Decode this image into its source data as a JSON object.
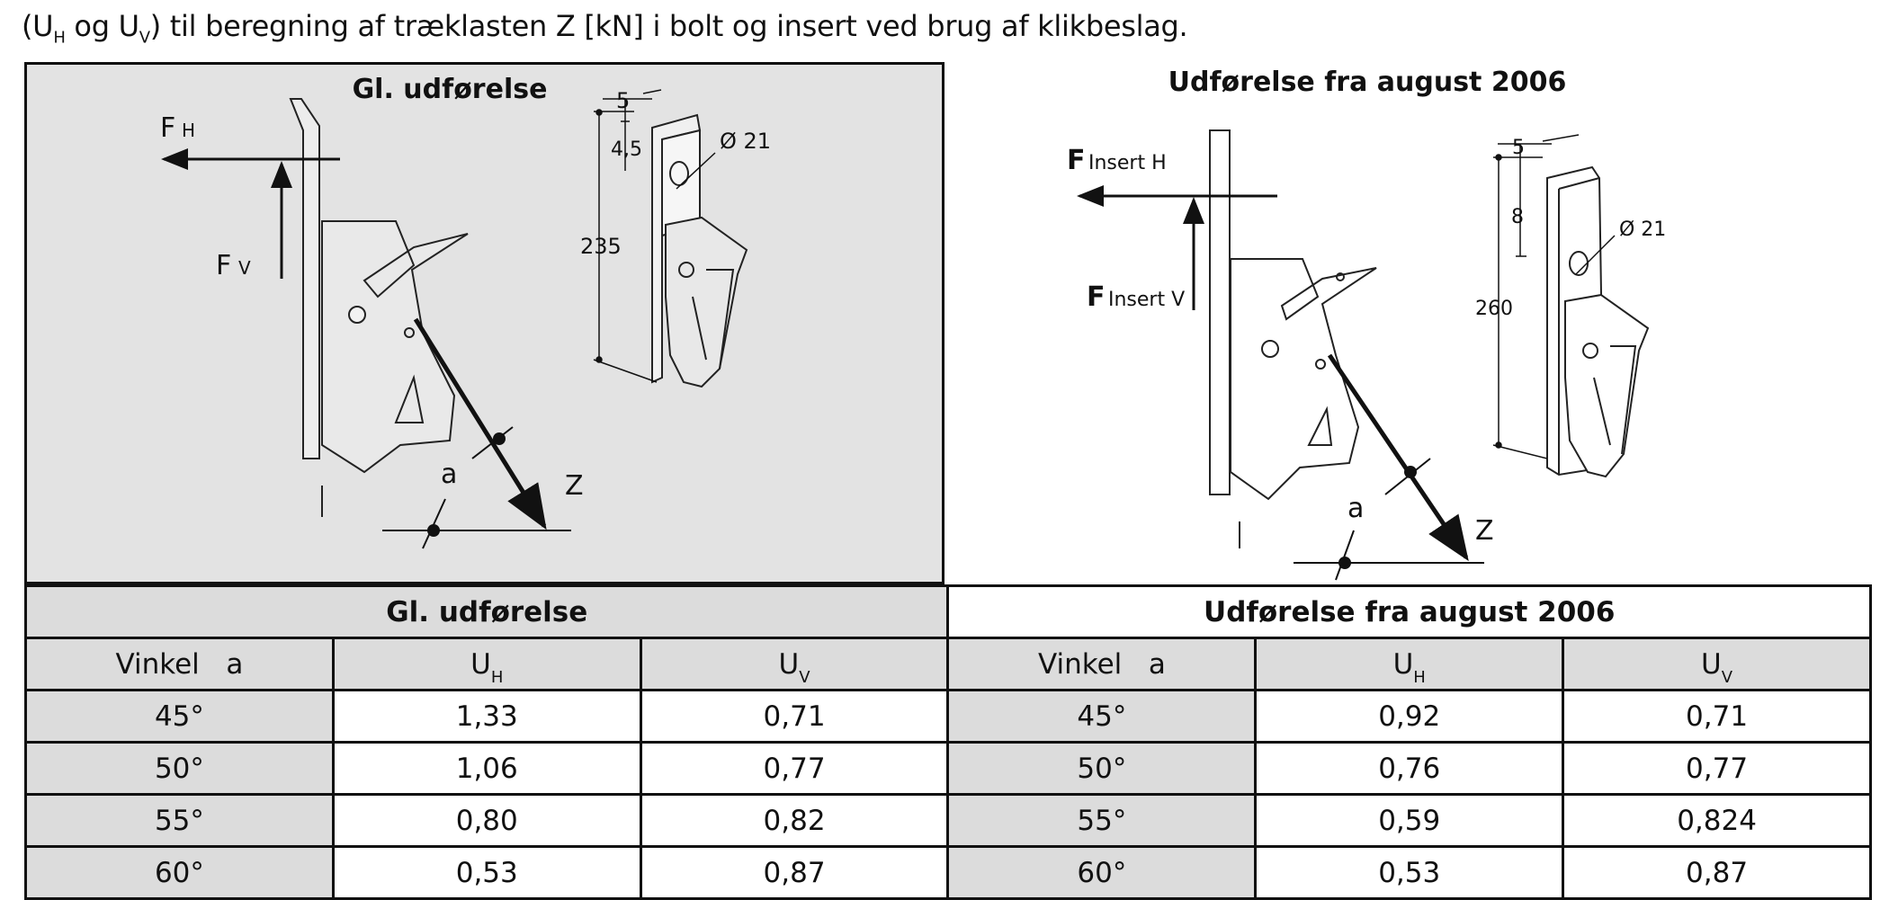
{
  "caption": {
    "prefix": "(U",
    "sub_h": "H",
    "mid": " og U",
    "sub_v": "V",
    "suffix": ") til beregning af træklasten Z [kN] i bolt og insert ved brug af klikbeslag."
  },
  "old_design": {
    "title": "Gl. udførelse",
    "force_h_letter": "F",
    "force_h_sub": "H",
    "force_v_letter": "F",
    "force_v_sub": "V",
    "angle_label": "a",
    "load_label": "Z",
    "dim_thickness": "5",
    "dim_hole_offset": "4,5",
    "dim_hole_diameter": "Ø 21",
    "dim_height": "235"
  },
  "new_design": {
    "title": "Udførelse fra august 2006",
    "force_h_letter": "F",
    "force_h_sub": "Insert H",
    "force_v_letter": "F",
    "force_v_sub": "Insert V",
    "angle_label": "a",
    "load_label": "Z",
    "dim_thickness": "5",
    "dim_hole_offset": "8",
    "dim_hole_diameter": "Ø 21",
    "dim_height": "260"
  },
  "table": {
    "group_old": "Gl. udførelse",
    "group_new": "Udførelse fra august 2006",
    "col_angle": "Vinkel   a",
    "col_u_letter": "U",
    "col_h_sub": "H",
    "col_v_sub": "V",
    "rows": [
      {
        "angle": "45°",
        "old_uh": "1,33",
        "old_uv": "0,71",
        "new_uh": "0,92",
        "new_uv": "0,71"
      },
      {
        "angle": "50°",
        "old_uh": "1,06",
        "old_uv": "0,77",
        "new_uh": "0,76",
        "new_uv": "0,77"
      },
      {
        "angle": "55°",
        "old_uh": "0,80",
        "old_uv": "0,82",
        "new_uh": "0,59",
        "new_uv": "0,824"
      },
      {
        "angle": "60°",
        "old_uh": "0,53",
        "old_uv": "0,87",
        "new_uh": "0,53",
        "new_uv": "0,87"
      }
    ]
  }
}
